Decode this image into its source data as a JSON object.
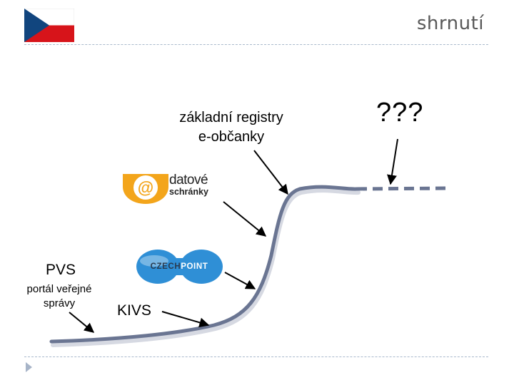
{
  "header": {
    "title": "shrnutí",
    "flag_icon": "czech-flag-icon",
    "flag_colors": {
      "white": "#ffffff",
      "red": "#d7141a",
      "blue": "#11457e"
    }
  },
  "diagram": {
    "curve_color": "#6a7592",
    "labels": {
      "registry_line1": "základní registry",
      "registry_line2": "e-občanky",
      "future": "???",
      "kivs": "KIVS",
      "pvs": "PVS",
      "portal_line1": "portál veřejné",
      "portal_line2": "správy"
    },
    "logos": {
      "datove_schranky": {
        "line1": "datové",
        "line2": "schránky",
        "symbol": "@",
        "accent": "#f3a51b"
      },
      "czechpoint": {
        "part1": "CZECH",
        "part2": "POINT",
        "accent": "#2f8fd6"
      }
    }
  },
  "footer": {
    "nav_icon": "next-slide-arrow-icon"
  }
}
